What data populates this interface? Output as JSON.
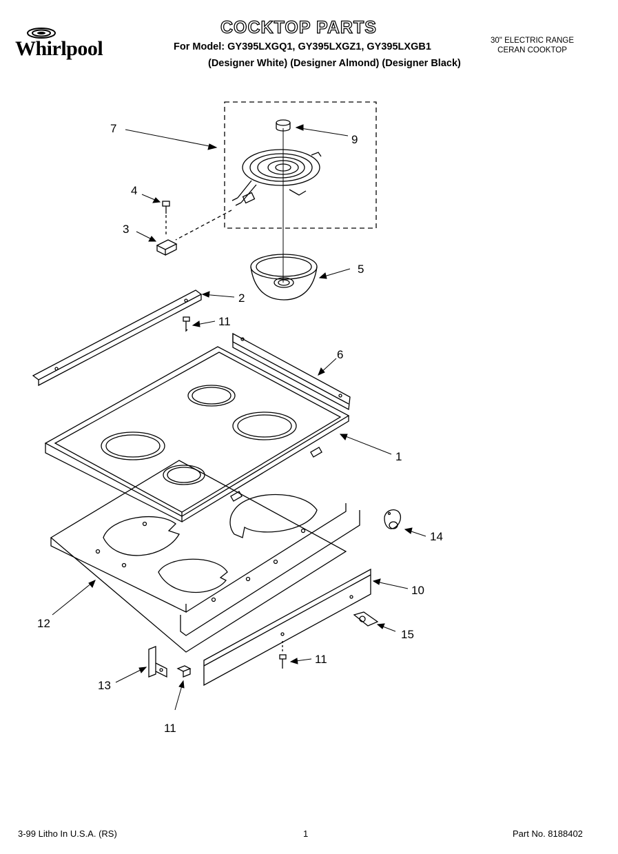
{
  "header": {
    "brand": "Whirlpool",
    "title": "COCKTOP PARTS",
    "model_line": "For Model: GY395LXGQ1, GY395LXGZ1, GY395LXGB1",
    "variant_line": "(Designer White) (Designer Almond) (Designer Black)",
    "right_line1": "30\" ELECTRIC RANGE",
    "right_line2": "CERAN COOKTOP"
  },
  "callouts": {
    "c1": "1",
    "c2": "2",
    "c3": "3",
    "c4": "4",
    "c5": "5",
    "c6": "6",
    "c7": "7",
    "c9": "9",
    "c10": "10",
    "c11a": "11",
    "c11b": "11",
    "c11c": "11",
    "c12": "12",
    "c13": "13",
    "c14": "14",
    "c15": "15"
  },
  "footer": {
    "left": "3-99 Litho In U.S.A. (RS)",
    "center": "1",
    "right": "Part No. 8188402"
  }
}
